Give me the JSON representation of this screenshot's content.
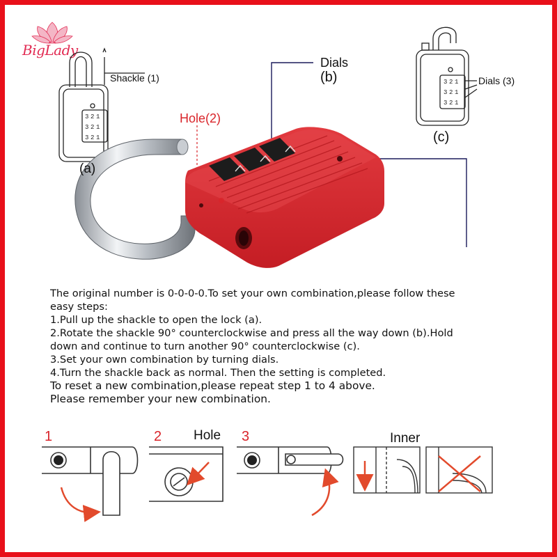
{
  "brand": {
    "logo_text": "BigLady",
    "accent_color": "#e8101a",
    "logo_color": "#e22b53"
  },
  "hero": {
    "label_shackle": "Shackle (1)",
    "label_a": "(a)",
    "label_hole": "Hole(2)",
    "label_dials": "Dials",
    "label_b": "(b)",
    "label_dials_3": "Dials (3)",
    "label_c": "(c)",
    "lock_color": "#d8262c",
    "dial_digits": [
      "3",
      "2",
      "1"
    ]
  },
  "instructions": {
    "line1": "The original number is 0-0-0-0.To set your own combination,please follow these",
    "line2": "easy steps:",
    "step1": "1.Pull up the shackle to open the lock (a).",
    "step2a": "2.Rotate the shackle 90°   counterclockwise and press all the way down (b).Hold",
    "step2b": "down and continue to turn another 90°  counterclockwise (c).",
    "step3": "3.Set your own combination by turning dials.",
    "step4": "4.Turn the shackle back as normal. Then the setting is completed.",
    "reset": "To reset a new combination,please repeat step 1 to 4 above.",
    "remember": "Please remember your new combination."
  },
  "diagram_steps": {
    "num1": "1",
    "num2": "2",
    "hole_label": "Hole",
    "num3": "3",
    "inner_label": "Inner"
  }
}
